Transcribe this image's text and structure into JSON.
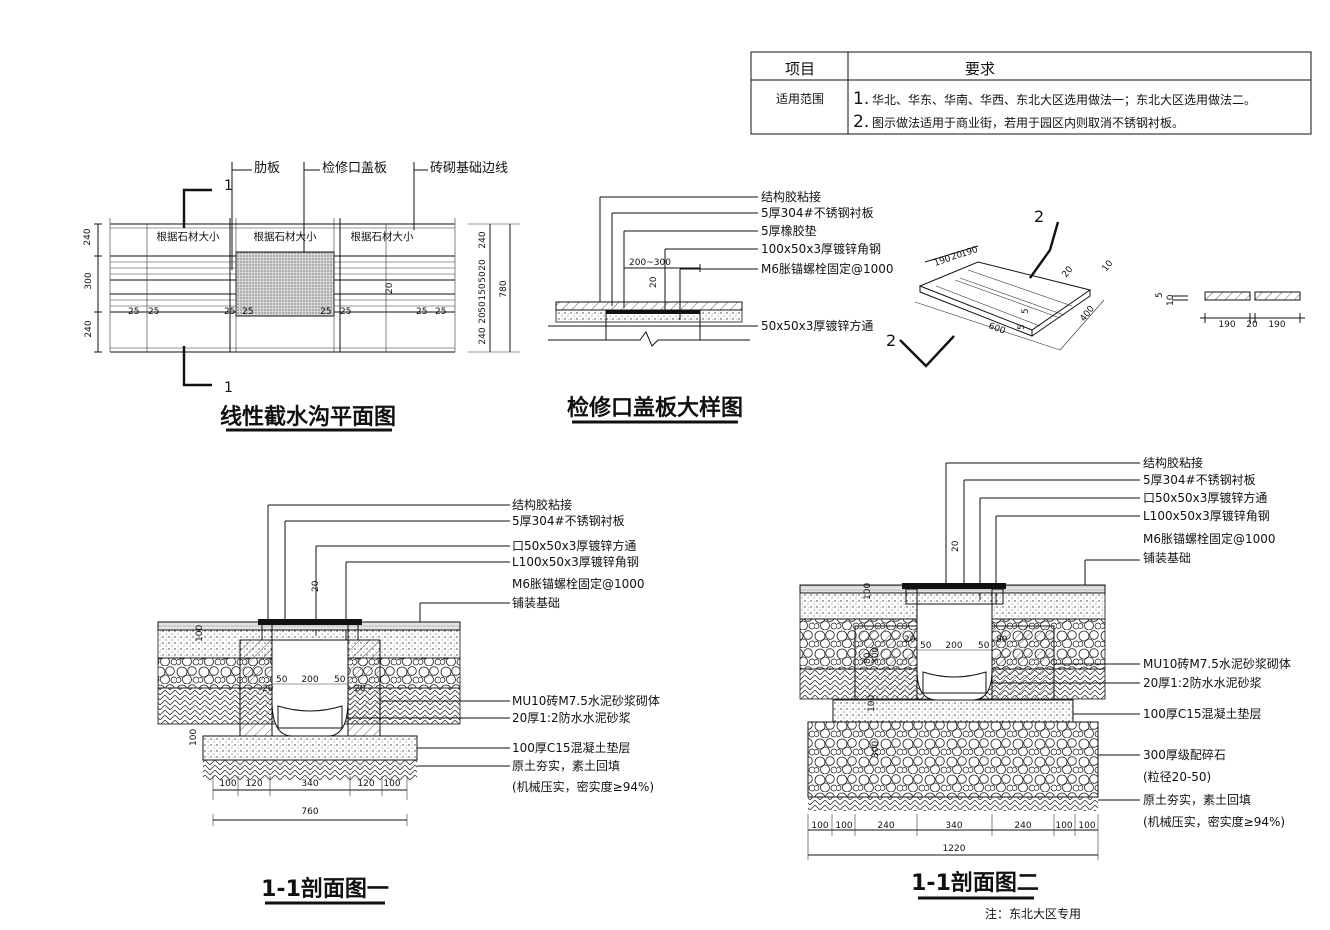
{
  "table": {
    "head_item": "项目",
    "head_req": "要求",
    "row_label": "适用范围",
    "req1_num": "1.",
    "req1_text": "华北、华东、华南、华西、东北大区选用做法一；东北大区选用做法二。",
    "req2_num": "2.",
    "req2_text": "图示做法适用于商业街，若用于园区内则取消不锈钢衬板。"
  },
  "plan": {
    "title": "线性截水沟平面图",
    "label_rib": "肋板",
    "label_cover": "检修口盖板",
    "label_brick_line": "砖砌基础边线",
    "stone_size": "根据石材大小",
    "section_mark": "1",
    "dims_left": [
      "240",
      "300",
      "240"
    ],
    "dims_right": [
      "240",
      "20",
      "50",
      "150",
      "50",
      "20",
      "240",
      "780"
    ],
    "dim_25": "25",
    "dim_20": "20"
  },
  "cover_detail": {
    "title": "检修口盖板大样图",
    "labels": [
      "结构胶粘接",
      "5厚304#不锈钢衬板",
      "5厚橡胶垫",
      "100x50x3厚镀锌角钢",
      "M6胀锚螺栓固定@1000"
    ],
    "label_tube": "50x50x3厚镀锌方通",
    "dim_range": "200~300",
    "dim_20": "20"
  },
  "iso": {
    "mark": "2",
    "dims": [
      "190",
      "20",
      "190",
      "600",
      "400",
      "20",
      "10",
      "5",
      "5"
    ]
  },
  "plate": {
    "dims": [
      "190",
      "20",
      "190"
    ],
    "side_dims": [
      "10",
      "5"
    ]
  },
  "section1": {
    "title": "1-1剖面图一",
    "labels_top": [
      "结构胶粘接",
      "5厚304#不锈钢衬板",
      "口50x50x3厚镀锌方通",
      "L100x50x3厚镀锌角钢",
      "M6胀锚螺栓固定@1000",
      "铺装基础"
    ],
    "labels_bottom": [
      "MU10砖M7.5水泥砂浆砌体",
      "20厚1:2防水水泥砂浆",
      "100厚C15混凝土垫层",
      "原土夯实，素土回填",
      "(机械压实，密实度≥94%)"
    ],
    "dims_inner": [
      "20",
      "50",
      "200",
      "50",
      "20"
    ],
    "dims_bottom": [
      "100",
      "120",
      "340",
      "120",
      "100"
    ],
    "dim_total": "760",
    "dim_100": "100",
    "dim_20": "20"
  },
  "section2": {
    "title": "1-1剖面图二",
    "labels_top": [
      "结构胶粘接",
      "5厚304#不锈钢衬板",
      "口50x50x3厚镀锌方通",
      "L100x50x3厚镀锌角钢",
      "M6胀锚螺栓固定@1000",
      "铺装基础"
    ],
    "labels_bottom": [
      "MU10砖M7.5水泥砂浆砌体",
      "20厚1:2防水水泥砂浆",
      "100厚C15混凝土垫层",
      "300厚级配碎石",
      "(粒径20-50)",
      "原土夯实，素土回填",
      "(机械压实，密实度≥94%)"
    ],
    "dims_inner": [
      "20",
      "80",
      "50",
      "200",
      "50",
      "80"
    ],
    "dims_bottom": [
      "100",
      "100",
      "240",
      "340",
      "240",
      "100",
      "100"
    ],
    "dim_total": "1220",
    "dim_side": [
      "100",
      "300",
      "100",
      "300"
    ],
    "dim_20": "20",
    "note": "注：东北大区专用"
  }
}
